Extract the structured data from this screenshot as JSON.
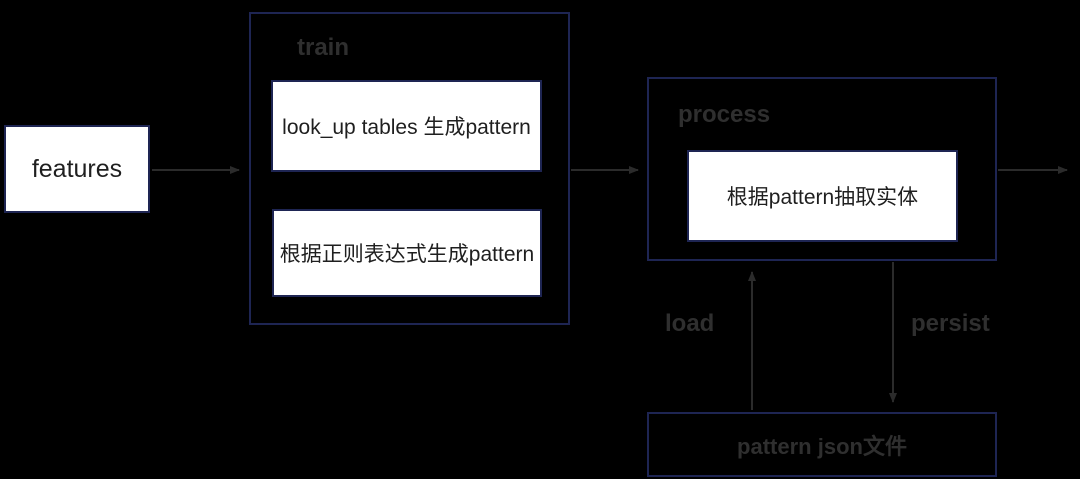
{
  "colors": {
    "background": "#000000",
    "box_border": "#1e2553",
    "box_fill": "#ffffff",
    "text_dark": "#1f1f1f",
    "label_gray": "#2f2f2f",
    "arrow": "#2b2b2b"
  },
  "boxes": {
    "features": {
      "label": "features"
    },
    "train": {
      "label": "train",
      "items": [
        {
          "label": "look_up tables 生成pattern"
        },
        {
          "label": "根据正则表达式生成pattern"
        }
      ]
    },
    "process": {
      "label": "process",
      "items": [
        {
          "label": "根据pattern抽取实体"
        }
      ]
    },
    "pattern_json": {
      "label": "pattern json文件"
    }
  },
  "edges": {
    "load": {
      "label": "load"
    },
    "persist": {
      "label": "persist"
    }
  }
}
